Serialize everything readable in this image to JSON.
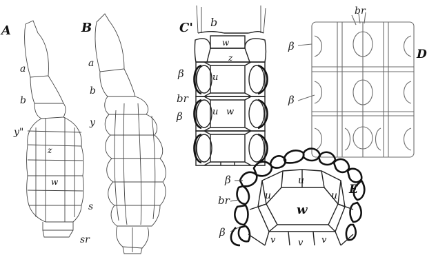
{
  "figures": {
    "A": {
      "panel_label": "A",
      "labels": {
        "a": "a",
        "b": "b",
        "y": "y\"",
        "z": "z",
        "w": "w"
      }
    },
    "B": {
      "panel_label": "B",
      "labels": {
        "a": "a",
        "b": "b",
        "y": "y",
        "s": "s",
        "sr": "sr"
      }
    },
    "C": {
      "panel_label": "C'",
      "labels": {
        "b": "b",
        "w_top": "w",
        "z": "z",
        "beta1": "β",
        "u1": "u",
        "br": "br",
        "beta2": "β",
        "u2": "u",
        "w_mid": "w"
      }
    },
    "D": {
      "panel_label": "D",
      "labels": {
        "br": "br",
        "beta1": "β",
        "beta2": "β"
      }
    },
    "E": {
      "panel_label": "E",
      "labels": {
        "beta1": "β",
        "br": "br",
        "beta2": "β",
        "u_center": "u",
        "u_left": "u",
        "u_right": "u",
        "w": "w",
        "v1": "v",
        "v2": "v",
        "v3": "v"
      }
    }
  }
}
